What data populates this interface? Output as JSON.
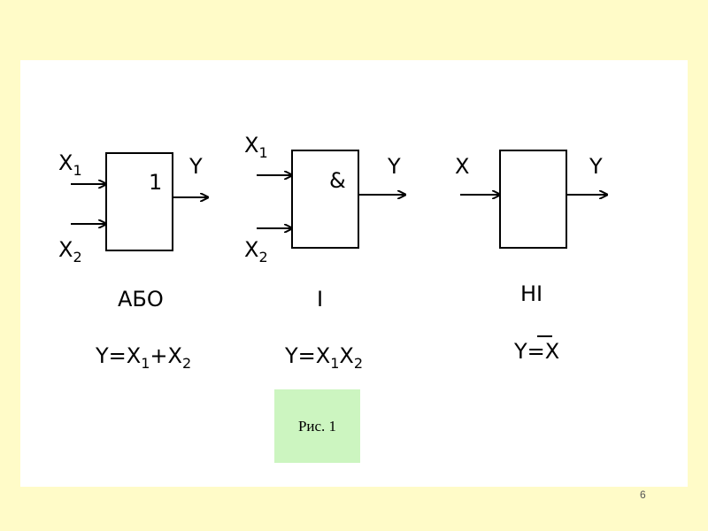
{
  "diagram": {
    "gate_or": {
      "inputs": [
        {
          "base": "X",
          "sub": "1"
        },
        {
          "base": "X",
          "sub": "2"
        }
      ],
      "symbol": "1",
      "output": "Y",
      "name": "АБО",
      "formula": {
        "lhs": "Y=X",
        "sub1": "1",
        "plus": "+X",
        "sub2": "2"
      }
    },
    "gate_and": {
      "inputs": [
        {
          "base": "X",
          "sub": "1"
        },
        {
          "base": "X",
          "sub": "2"
        }
      ],
      "symbol": "&",
      "output": "Y",
      "name": "І",
      "formula": {
        "lhs": "Y=X",
        "sub1": "1",
        "mid": "X",
        "sub2": "2"
      }
    },
    "gate_not": {
      "input": "X",
      "output": "Y",
      "name": "НІ",
      "formula": {
        "lhs": "Y=",
        "var": "X"
      }
    }
  },
  "caption": "Рис. 1",
  "page_number": "6"
}
